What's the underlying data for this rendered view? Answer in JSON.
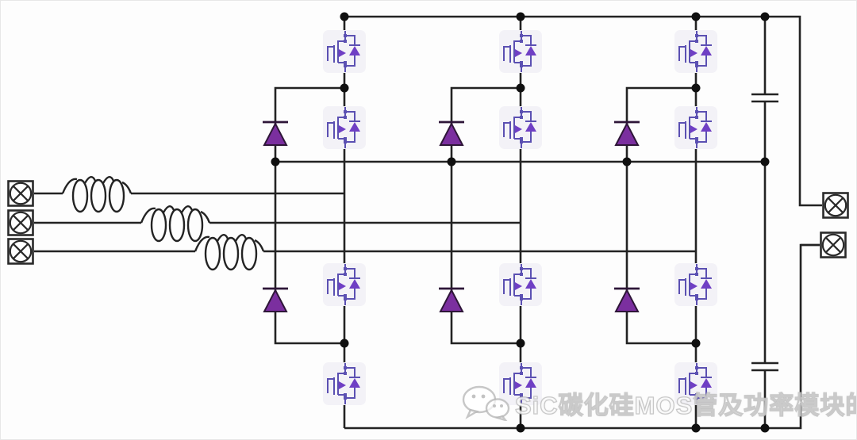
{
  "watermark": {
    "text": "SiC碳化硅MOS管及功率模块的应用",
    "icon": "wechat-icon"
  },
  "colors": {
    "canvas_bg": "#fdfdfd",
    "wire": "#232323",
    "dot": "#101010",
    "mosfet": "#5b50b2",
    "mosfet_arrow": "#6f3fc4",
    "mosfet_bg": "#f3f2f7",
    "diode": "#7b2f9f",
    "diode_outline": "#2e1638",
    "terminal": "#2a2a2a",
    "watermark_gray": "#c7c7c7"
  },
  "circuit": {
    "type": "three-phase three-level NPC SiC-MOSFET power converter schematic",
    "phase_count": 3,
    "components": {
      "ac_terminals": 3,
      "boost_inductors": 3,
      "sic_mosfets": 12,
      "clamp_diodes": 6,
      "dc_link_capacitors": 2,
      "dc_terminals": 2,
      "junction_dots": 17
    }
  }
}
